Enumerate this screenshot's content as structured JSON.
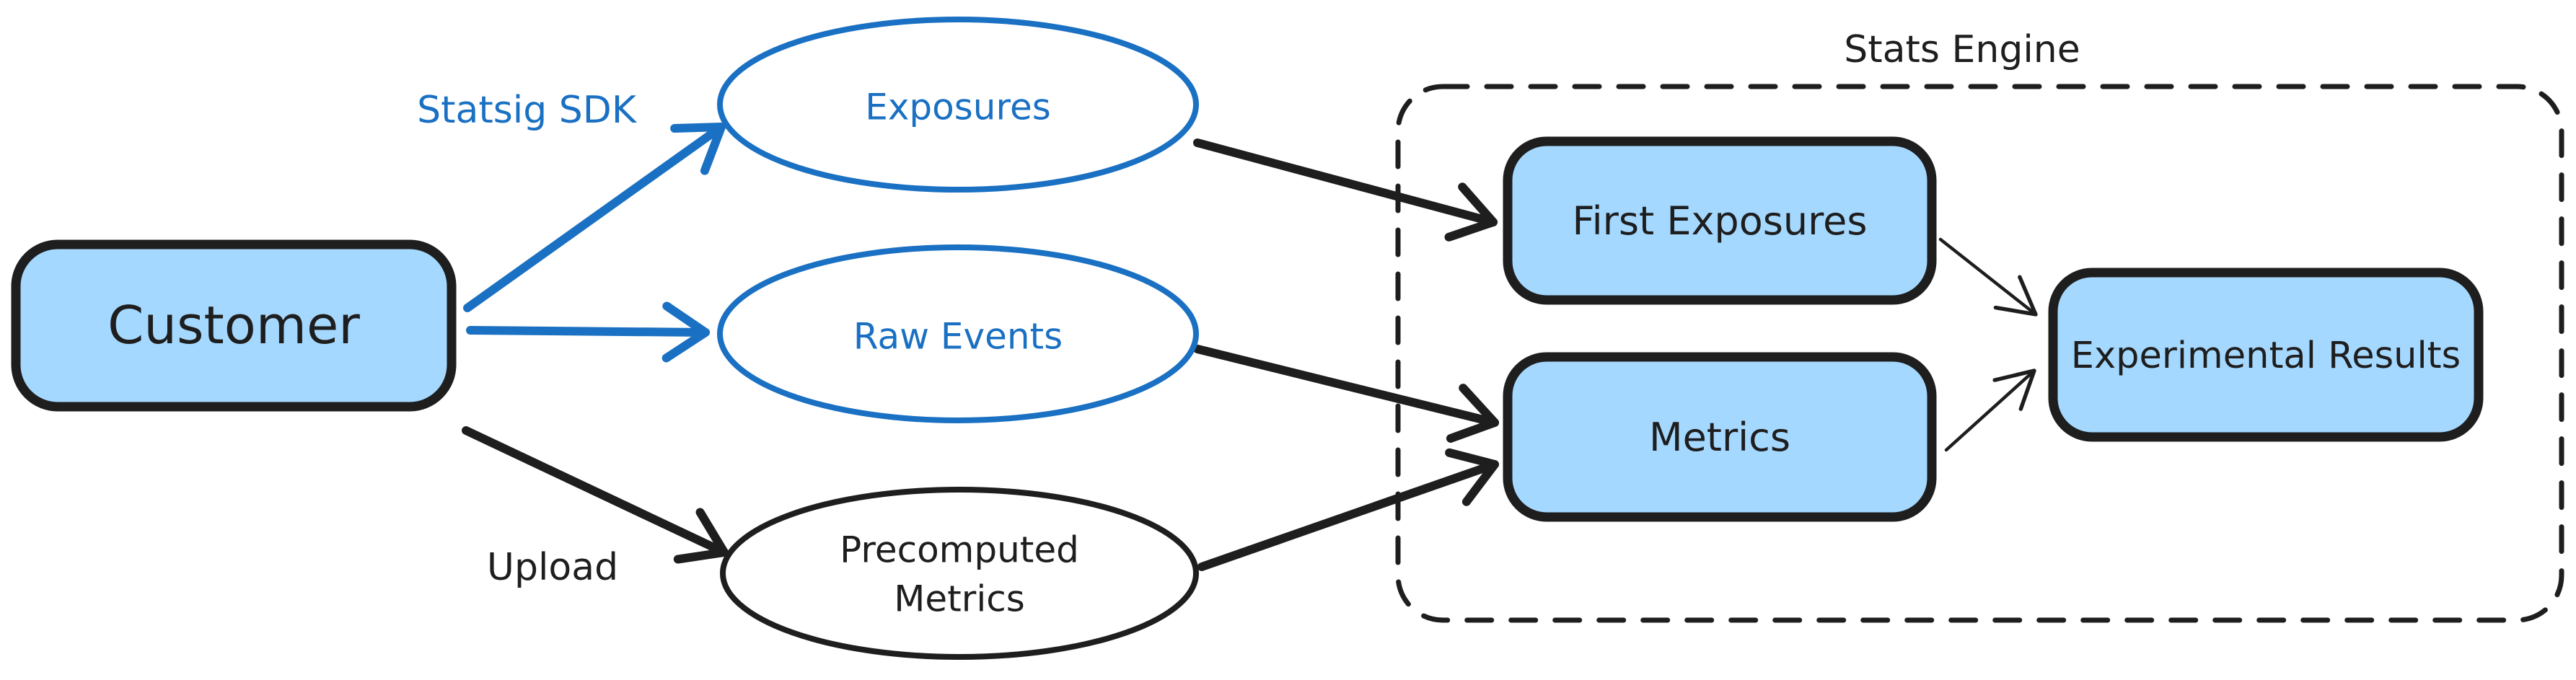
{
  "canvas": {
    "background": "#ffffff"
  },
  "colors": {
    "ink": "#1e1e1e",
    "blue": "#1a70c2",
    "node_fill": "#a5d8ff",
    "ellipse_fill": "#ffffff"
  },
  "nodes": {
    "customer": {
      "label": "Customer"
    },
    "exposures": {
      "label": "Exposures"
    },
    "raw_events": {
      "label": "Raw Events"
    },
    "precomputed_metrics": {
      "label_line1": "Precomputed",
      "label_line2": "Metrics"
    },
    "first_exposures": {
      "label": "First Exposures"
    },
    "metrics": {
      "label": "Metrics"
    },
    "experimental_results": {
      "label": "Experimental Results"
    }
  },
  "group": {
    "stats_engine_title": "Stats Engine"
  },
  "edge_labels": {
    "statsig_sdk": "Statsig SDK",
    "upload": "Upload"
  }
}
